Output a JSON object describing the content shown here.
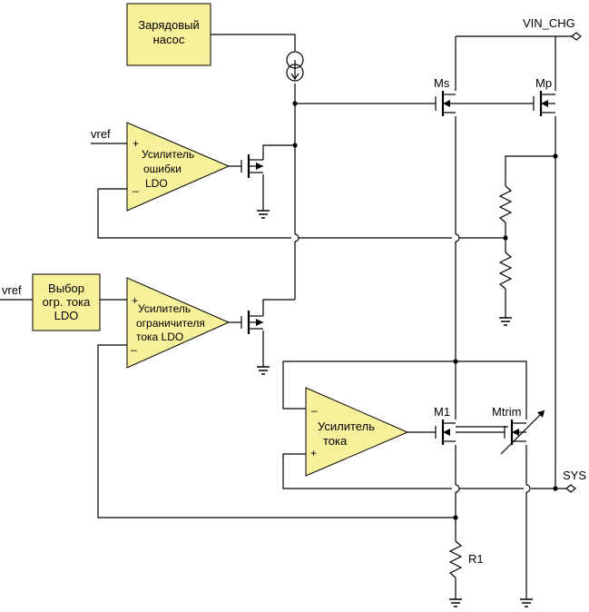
{
  "blocks": {
    "charge_pump": [
      "Зарядовый",
      "насос"
    ],
    "current_limit_select": [
      "Выбор",
      "огр. тока",
      "LDO"
    ]
  },
  "amplifiers": {
    "error_amp": [
      "Усилитель",
      "ошибки",
      "LDO"
    ],
    "limit_amp": [
      "Усилитель",
      "ограничителя",
      "тока LDO"
    ],
    "current_amp": [
      "Усилитель",
      "тока"
    ]
  },
  "signals": {
    "vref_top": "vref",
    "vref_left": "vref",
    "vin": "VIN_CHG",
    "sys": "SYS"
  },
  "transistors": {
    "ms": "Ms",
    "mp": "Mp",
    "m1": "M1",
    "mtrim": "Mtrim"
  },
  "resistors": {
    "r1": "R1"
  },
  "amp_pins": {
    "plus": "+",
    "minus": "_",
    "minus_alt": "–"
  }
}
